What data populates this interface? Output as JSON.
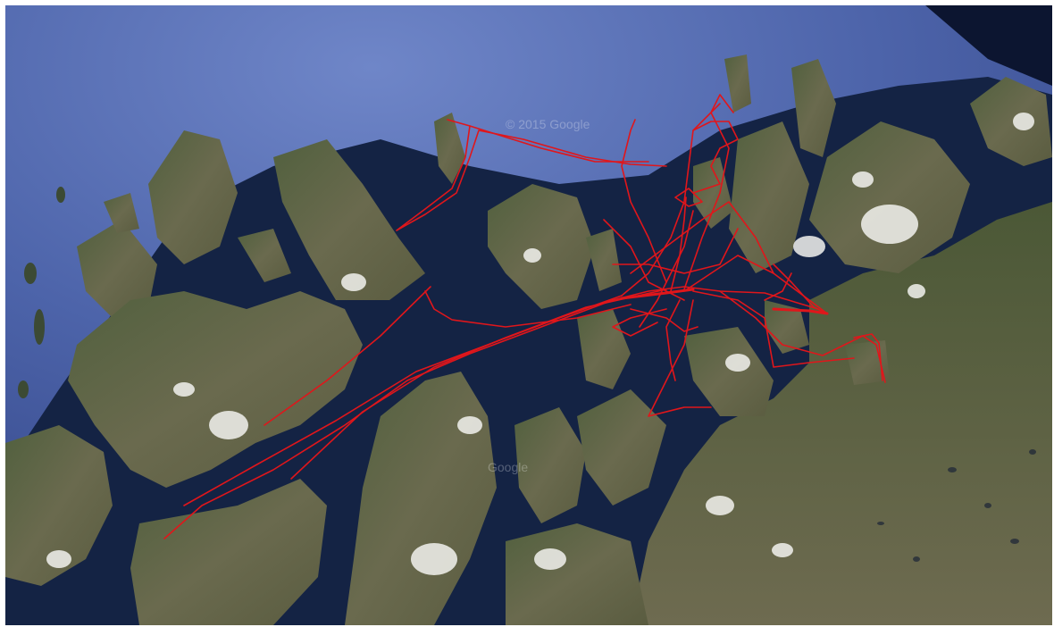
{
  "map": {
    "type": "satellite",
    "watermark": "© 2015 Google",
    "watermark_secondary": "Google",
    "track_color": "#e0161b",
    "sea_color": "#4a62a8",
    "fjord_color": "#142344",
    "land_color": "#4e5a3a",
    "snow_color": "#f2f2ee"
  }
}
